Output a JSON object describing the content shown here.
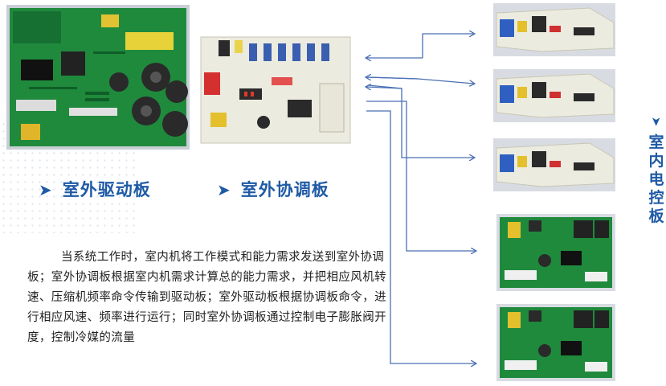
{
  "labels": {
    "outdoor_driver": "室外驱动板",
    "outdoor_coordinator": "室外协调板",
    "indoor_control_chars": [
      "室",
      "内",
      "电",
      "控",
      "板"
    ],
    "bullet": "➤",
    "vertical_bullet": "➤"
  },
  "description": "当系统工作时，室内机将工作模式和能力需求发送到室外协调板；室外协调板根据室内机需求计算总的能力需求，并把相应风机转速、压缩机频率命令传输到驱动板；室外驱动板根据协调板命令，进行相应风速、频率进行运行；同时室外协调板通过控制电子膨胀阀开度，控制冷媒的流量",
  "colors": {
    "label_blue": "#1f5aa6",
    "arrow_blue": "#4a6fb5",
    "pcb_green": "#1f8a3c",
    "pcb_white": "#ecebe0"
  },
  "icons": {
    "driver_board": "pcb-driver-board-photo",
    "coordinator_board": "pcb-coordinator-board-photo",
    "indoor_board": "pcb-indoor-control-board-photo"
  }
}
